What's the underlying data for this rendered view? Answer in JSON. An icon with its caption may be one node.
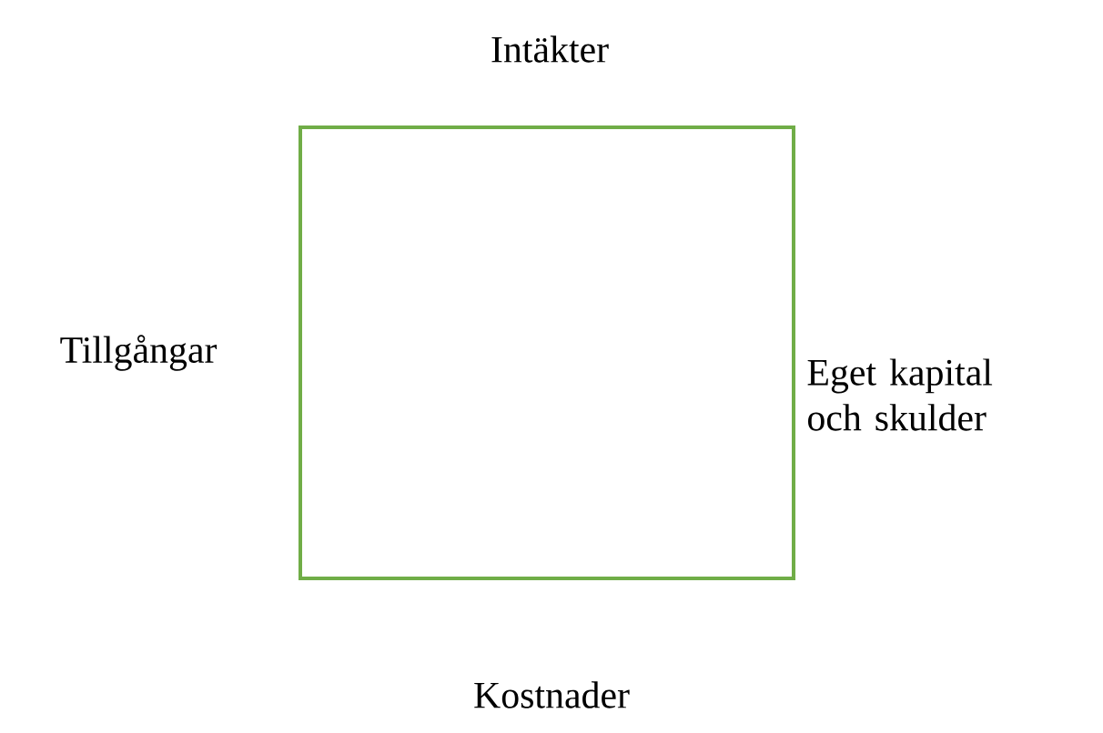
{
  "diagram": {
    "nodes": [
      {
        "text": [],
        "shape": "box"
      }
    ],
    "labels": [
      "Intäkter",
      "Tillgångar",
      "Eget kapital och skulder",
      "Kostnader"
    ]
  }
}
